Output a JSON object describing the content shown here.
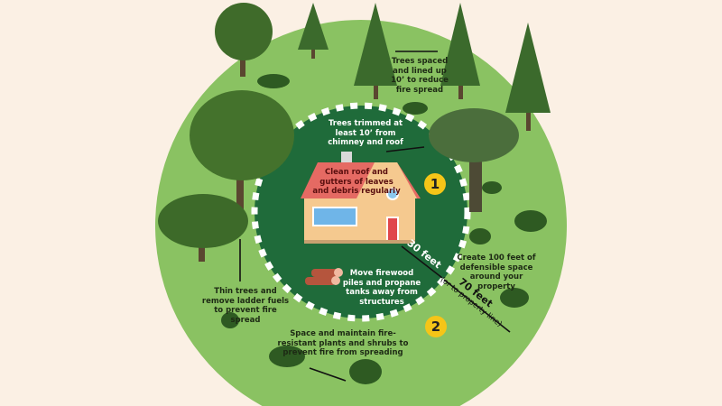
{
  "labels": {
    "trees_spaced": "Trees spaced and lined up 10’ to reduce fire spread",
    "trees_trimmed": "Trees trimmed at least 10’ from chimney and roof",
    "clean_roof": "Clean roof and gutters of leaves and debris regularly",
    "firewood": "Move firewood piles and propane tanks away from structures",
    "thin_trees": "Thin trees and remove ladder fuels to prevent fire spread",
    "defensible": "Create 100 feet of defensible space around your property",
    "plants": "Space and maintain fire-resistant plants and shrubs to prevent fire from spreading"
  },
  "zones": {
    "zone1": "1",
    "zone2": "2"
  },
  "distances": {
    "inner": "30 feet",
    "outer": "70 feet",
    "outer_note": "(or to property line)"
  },
  "colors": {
    "background": "#fbf0e4",
    "outer_zone": "#8ac262",
    "inner_zone": "#1f6b3a",
    "badge": "#f5c518",
    "roof": "#e56a63",
    "house": "#f5c98f"
  }
}
